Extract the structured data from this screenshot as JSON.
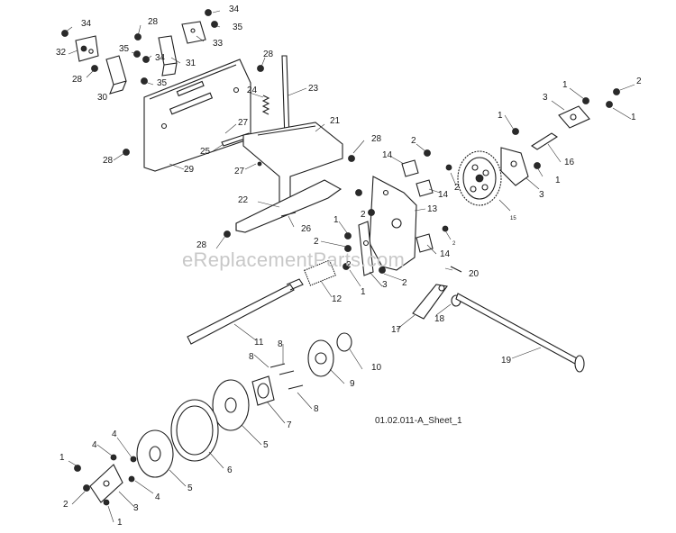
{
  "sheet_id": "01.02.011-A_Sheet_1",
  "watermark": "eReplacementParts.com",
  "callouts": [
    {
      "id": "c34a",
      "text": "34"
    },
    {
      "id": "c28a",
      "text": "28"
    },
    {
      "id": "c34b",
      "text": "34"
    },
    {
      "id": "c35a",
      "text": "35"
    },
    {
      "id": "c33",
      "text": "33"
    },
    {
      "id": "c32",
      "text": "32"
    },
    {
      "id": "c35b",
      "text": "35"
    },
    {
      "id": "c34c",
      "text": "34"
    },
    {
      "id": "c31",
      "text": "31"
    },
    {
      "id": "c28b",
      "text": "28"
    },
    {
      "id": "c35c",
      "text": "35"
    },
    {
      "id": "c30",
      "text": "30"
    },
    {
      "id": "c28c",
      "text": "28"
    },
    {
      "id": "c24",
      "text": "24"
    },
    {
      "id": "c23",
      "text": "23"
    },
    {
      "id": "c27a",
      "text": "27"
    },
    {
      "id": "c21",
      "text": "21"
    },
    {
      "id": "c25",
      "text": "25"
    },
    {
      "id": "c28d",
      "text": "28"
    },
    {
      "id": "c29",
      "text": "29"
    },
    {
      "id": "c27b",
      "text": "27"
    },
    {
      "id": "c28e",
      "text": "28"
    },
    {
      "id": "c1a",
      "text": "1"
    },
    {
      "id": "c2a",
      "text": "2"
    },
    {
      "id": "c3a",
      "text": "3"
    },
    {
      "id": "c1b",
      "text": "1"
    },
    {
      "id": "c1c",
      "text": "1"
    },
    {
      "id": "c2b",
      "text": "2"
    },
    {
      "id": "c14a",
      "text": "14"
    },
    {
      "id": "c16",
      "text": "16"
    },
    {
      "id": "c1d",
      "text": "1"
    },
    {
      "id": "c2c",
      "text": "2"
    },
    {
      "id": "c14b",
      "text": "14"
    },
    {
      "id": "c3b",
      "text": "3"
    },
    {
      "id": "c15a",
      "text": "15"
    },
    {
      "id": "c22",
      "text": "22"
    },
    {
      "id": "c2d",
      "text": "2"
    },
    {
      "id": "c13",
      "text": "13"
    },
    {
      "id": "c26",
      "text": "26"
    },
    {
      "id": "c1e",
      "text": "1"
    },
    {
      "id": "c2e",
      "text": "2"
    },
    {
      "id": "c28f",
      "text": "28"
    },
    {
      "id": "c2f",
      "text": "2"
    },
    {
      "id": "c14c",
      "text": "14"
    },
    {
      "id": "c20",
      "text": "20"
    },
    {
      "id": "c1f",
      "text": "1"
    },
    {
      "id": "c3c",
      "text": "3"
    },
    {
      "id": "c2g",
      "text": "2"
    },
    {
      "id": "c12",
      "text": "12"
    },
    {
      "id": "c18",
      "text": "18"
    },
    {
      "id": "c17",
      "text": "17"
    },
    {
      "id": "c11",
      "text": "11"
    },
    {
      "id": "c19",
      "text": "19"
    },
    {
      "id": "c8a",
      "text": "8"
    },
    {
      "id": "c8b",
      "text": "8"
    },
    {
      "id": "c10",
      "text": "10"
    },
    {
      "id": "c9",
      "text": "9"
    },
    {
      "id": "c8c",
      "text": "8"
    },
    {
      "id": "c7",
      "text": "7"
    },
    {
      "id": "c5a",
      "text": "5"
    },
    {
      "id": "c4a",
      "text": "4"
    },
    {
      "id": "c4b",
      "text": "4"
    },
    {
      "id": "c1g",
      "text": "1"
    },
    {
      "id": "c6",
      "text": "6"
    },
    {
      "id": "c5b",
      "text": "5"
    },
    {
      "id": "c3d",
      "text": "3"
    },
    {
      "id": "c4c",
      "text": "4"
    },
    {
      "id": "c2h",
      "text": "2"
    },
    {
      "id": "c1h",
      "text": "1"
    },
    {
      "id": "c2i",
      "text": "2"
    }
  ]
}
